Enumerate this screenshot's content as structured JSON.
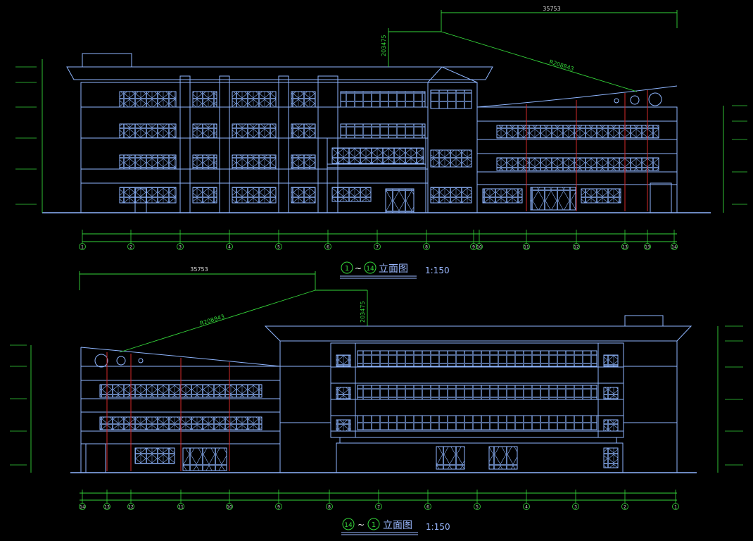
{
  "colors": {
    "background": "#000000",
    "building": "#8fb6ff",
    "dimension": "#35d63a",
    "red": "#d42a2a",
    "text_white": "#ffffff",
    "title_blue": "#9ab8ff"
  },
  "top": {
    "title_start": "1",
    "title_end": "14",
    "title_sep": "~",
    "title_text": "立面图",
    "scale": "1:150",
    "arc_radius": "R208843",
    "sagitta": "203475",
    "span": "35753",
    "axes": [
      "1",
      "2",
      "3",
      "4",
      "5",
      "6",
      "7",
      "8",
      "9",
      "10",
      "11",
      "12",
      "13",
      "13",
      "14"
    ]
  },
  "bottom": {
    "title_start": "14",
    "title_end": "1",
    "title_sep": "~",
    "title_text": "立面图",
    "scale": "1:150",
    "arc_radius": "R208843",
    "sagitta": "203475",
    "span": "35753",
    "axes": [
      "14",
      "13",
      "12",
      "11",
      "10",
      "9",
      "8",
      "7",
      "6",
      "5",
      "4",
      "3",
      "2",
      "1"
    ]
  }
}
